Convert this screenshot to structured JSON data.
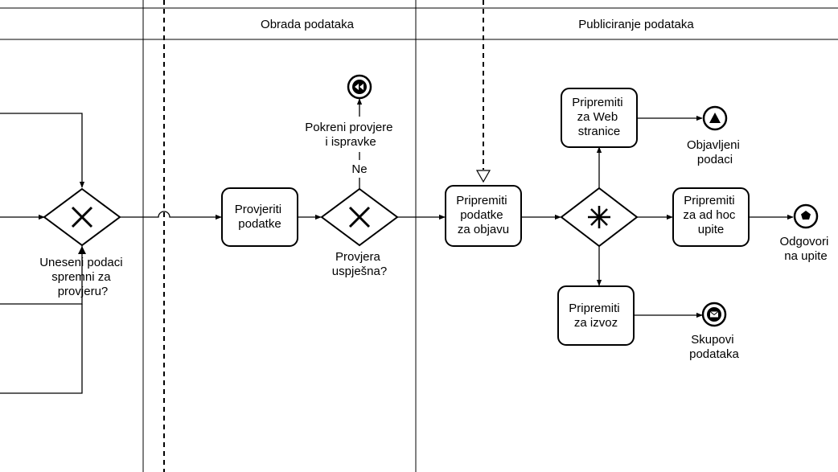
{
  "lanes": [
    {
      "title": ""
    },
    {
      "title": "Obrada podataka"
    },
    {
      "title": "Publiciranje podataka"
    }
  ],
  "gateways": {
    "entry": {
      "label": [
        "Uneseni podaci",
        "spremni za",
        "provjeru?"
      ],
      "type": "exclusive"
    },
    "check": {
      "label": [
        "Provjera",
        "uspješna?"
      ],
      "type": "exclusive",
      "no_label": "Ne"
    },
    "parallel": {
      "type": "parallel"
    }
  },
  "tasks": {
    "verify": [
      "Provjeriti",
      "podatke"
    ],
    "prepare_publish": [
      "Pripremiti",
      "podatke",
      "za objavu"
    ],
    "prepare_web": [
      "Pripremiti",
      "za Web",
      "stranice"
    ],
    "prepare_adhoc": [
      "Pripremiti",
      "za ad hoc",
      "upite"
    ],
    "prepare_export": [
      "Pripremiti",
      "za izvoz"
    ]
  },
  "events": {
    "rollback": {
      "label": [
        "Pokreni provjere",
        "i ispravke"
      ],
      "icon": "rewind-icon"
    },
    "published": {
      "label": [
        "Objavljeni",
        "podaci"
      ],
      "icon": "triangle-icon"
    },
    "answers": {
      "label": [
        "Odgovori",
        "na upite"
      ],
      "icon": "pentagon-icon"
    },
    "datasets": {
      "label": [
        "Skupovi",
        "podataka"
      ],
      "icon": "envelope-icon"
    }
  }
}
